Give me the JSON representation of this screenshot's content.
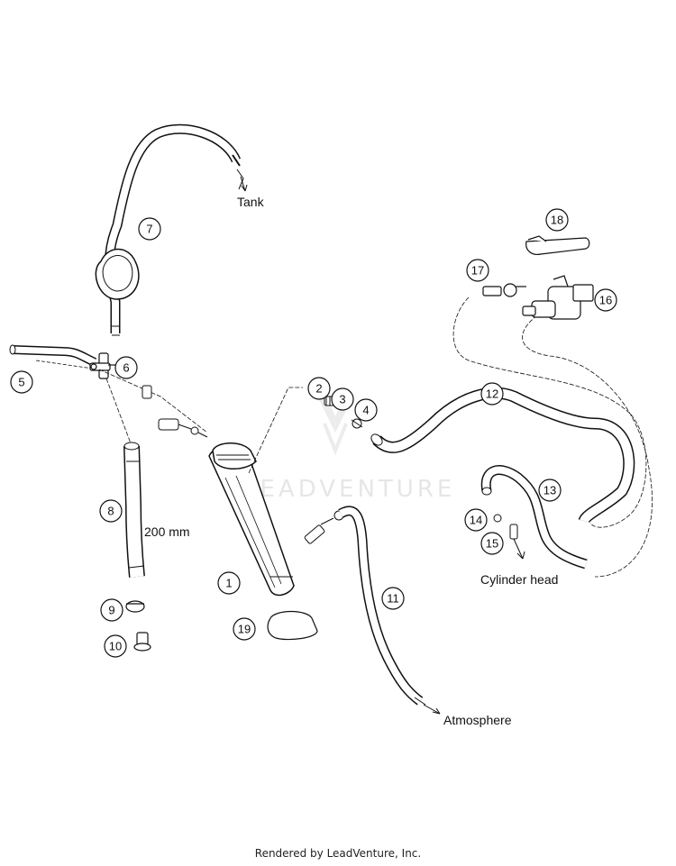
{
  "watermark": "LEADVENTURE",
  "labels": {
    "tank": "Tank",
    "length": "200 mm",
    "cylinder_head": "Cylinder head",
    "atmosphere": "Atmosphere"
  },
  "callouts": [
    {
      "id": "c1",
      "text": "1"
    },
    {
      "id": "c2",
      "text": "2"
    },
    {
      "id": "c3",
      "text": "3"
    },
    {
      "id": "c4",
      "text": "4"
    },
    {
      "id": "c5",
      "text": "5"
    },
    {
      "id": "c6",
      "text": "6"
    },
    {
      "id": "c7",
      "text": "7"
    },
    {
      "id": "c8",
      "text": "8"
    },
    {
      "id": "c9",
      "text": "9"
    },
    {
      "id": "c10",
      "text": "10"
    },
    {
      "id": "c11",
      "text": "11"
    },
    {
      "id": "c12",
      "text": "12"
    },
    {
      "id": "c13",
      "text": "13"
    },
    {
      "id": "c14",
      "text": "14"
    },
    {
      "id": "c15",
      "text": "15"
    },
    {
      "id": "c16",
      "text": "16"
    },
    {
      "id": "c17",
      "text": "17"
    },
    {
      "id": "c18",
      "text": "18"
    },
    {
      "id": "c19",
      "text": "19"
    }
  ],
  "footer": "Rendered by LeadVenture, Inc."
}
